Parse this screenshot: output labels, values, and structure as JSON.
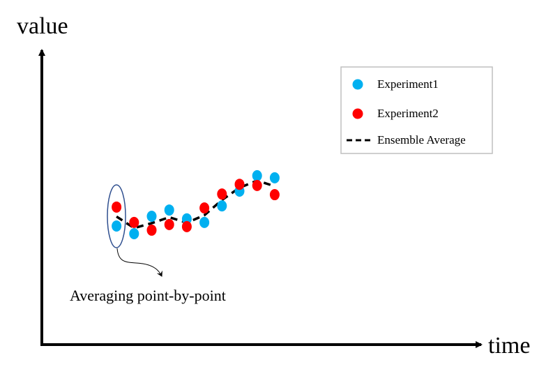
{
  "chart_data": {
    "type": "scatter",
    "title": "",
    "xlabel": "time",
    "ylabel": "value",
    "xlim": [
      0,
      25
    ],
    "ylim": [
      0,
      100
    ],
    "grid": false,
    "legend_position": "top-right",
    "x": [
      4.25,
      5.25,
      6.25,
      7.25,
      8.25,
      9.25,
      10.25,
      11.25,
      12.25,
      13.25
    ],
    "series": [
      {
        "name": "Experiment1",
        "color": "#00b0f0",
        "kind": "points",
        "values": [
          40.1,
          37.5,
          43.4,
          45.5,
          42.5,
          41.3,
          46.9,
          51.9,
          57.1,
          56.4
        ]
      },
      {
        "name": "Experiment2",
        "color": "#ff0000",
        "kind": "points",
        "values": [
          46.5,
          41.3,
          38.7,
          40.6,
          39.9,
          46.2,
          50.9,
          54.2,
          53.8,
          50.7
        ]
      },
      {
        "name": "Ensemble Average",
        "color": "#000000",
        "kind": "dashed-line",
        "values": [
          43.3,
          39.4,
          41.05,
          43.05,
          41.2,
          43.75,
          48.9,
          53.05,
          55.45,
          53.55
        ]
      }
    ],
    "annotations": [
      {
        "text": "Averaging point-by-point",
        "target_x": 4.25
      }
    ]
  }
}
